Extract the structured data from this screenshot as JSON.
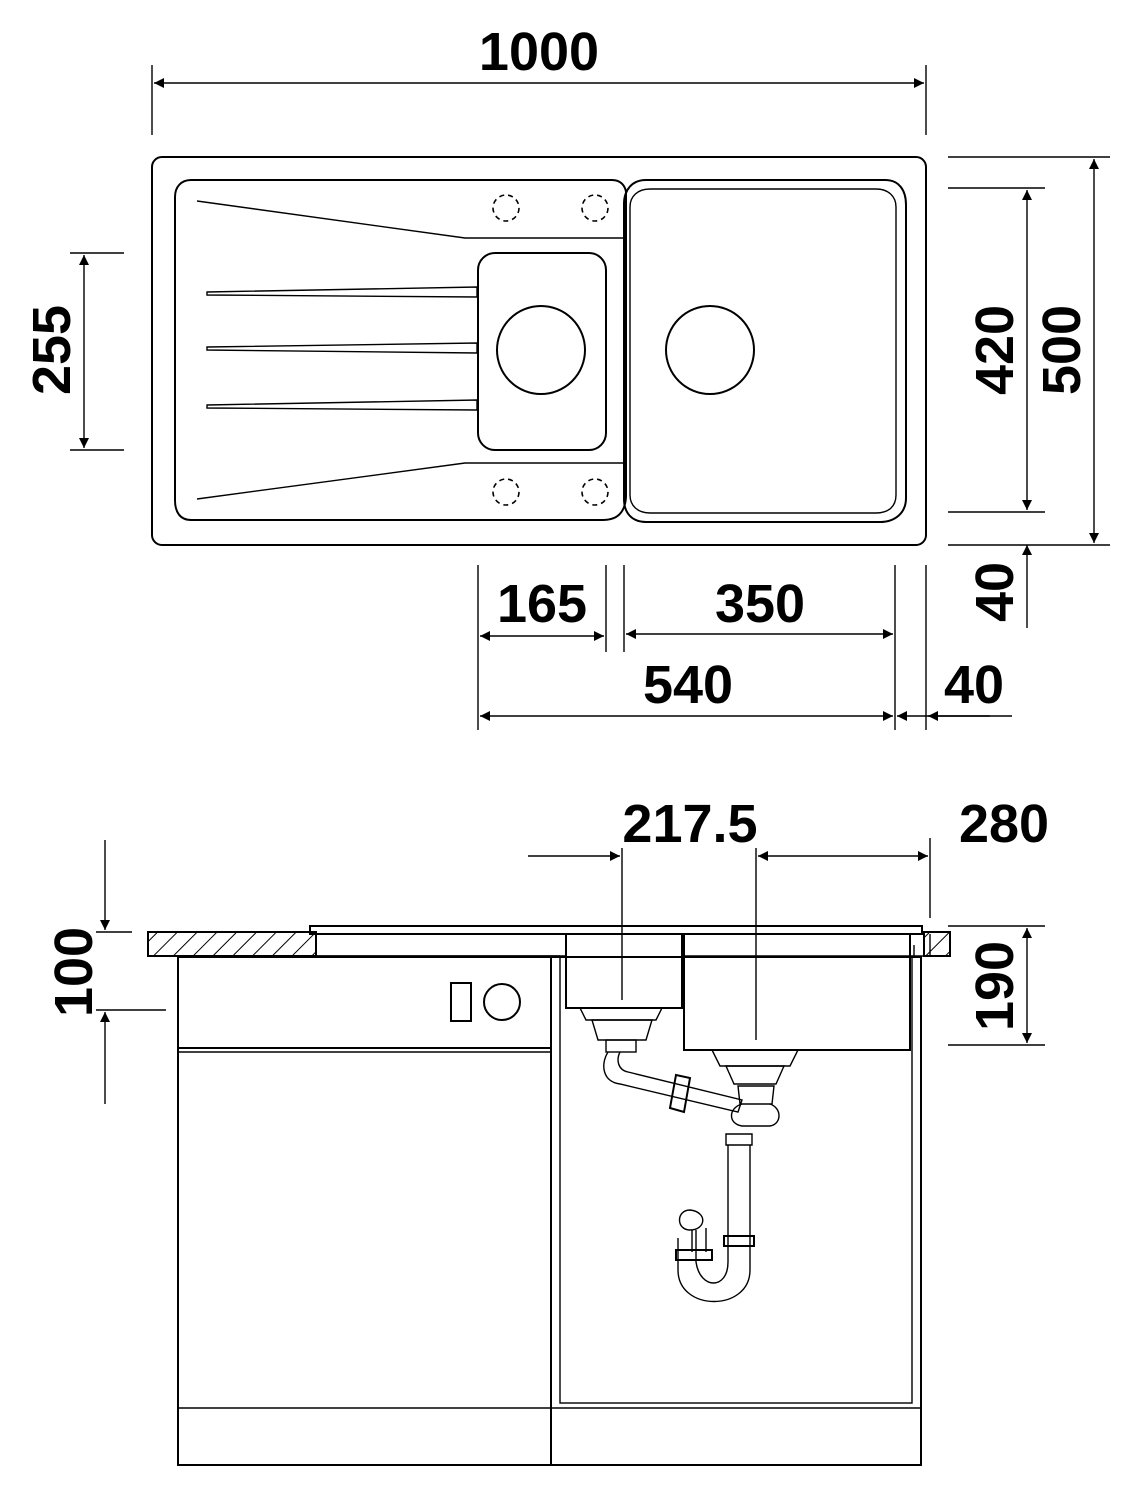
{
  "dimensions": {
    "overall_width": "1000",
    "large_bowl_height": "420",
    "overall_depth": "500",
    "small_bowl_height": "255",
    "bottom_margin": "40",
    "small_bowl_width": "165",
    "large_bowl_width": "350",
    "bowls_span": "540",
    "right_margin": "40",
    "drain_offset": "217.5",
    "drain_to_edge": "280",
    "cabinet_top_height": "100",
    "bowl_depth": "190"
  },
  "colors": {
    "line": "#000000",
    "background": "#ffffff"
  }
}
